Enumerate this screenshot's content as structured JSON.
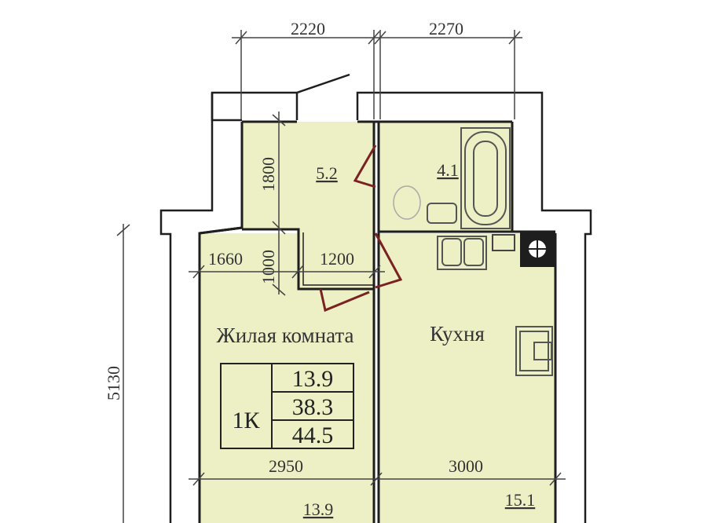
{
  "colors": {
    "room_fill": "#edefc4",
    "wall": "#1e1e1e",
    "door": "#7a2222",
    "dim_line": "#444444"
  },
  "dimensions": {
    "top_left": "2220",
    "top_right": "2270",
    "hall_height": "1800",
    "corridor_height": "1000",
    "left_offset": "1660",
    "corridor_width": "1200",
    "total_height": "5130",
    "living_width": "2950",
    "kitchen_width": "3000"
  },
  "rooms": {
    "hall": {
      "area": "5.2"
    },
    "bathroom": {
      "area": "4.1"
    },
    "living": {
      "label": "Жилая комната",
      "area": "13.9"
    },
    "kitchen": {
      "label": "Кухня",
      "area": "15.1"
    }
  },
  "summary": {
    "type": "1К",
    "living_area": "13.9",
    "usable_area": "38.3",
    "total_area": "44.5"
  }
}
